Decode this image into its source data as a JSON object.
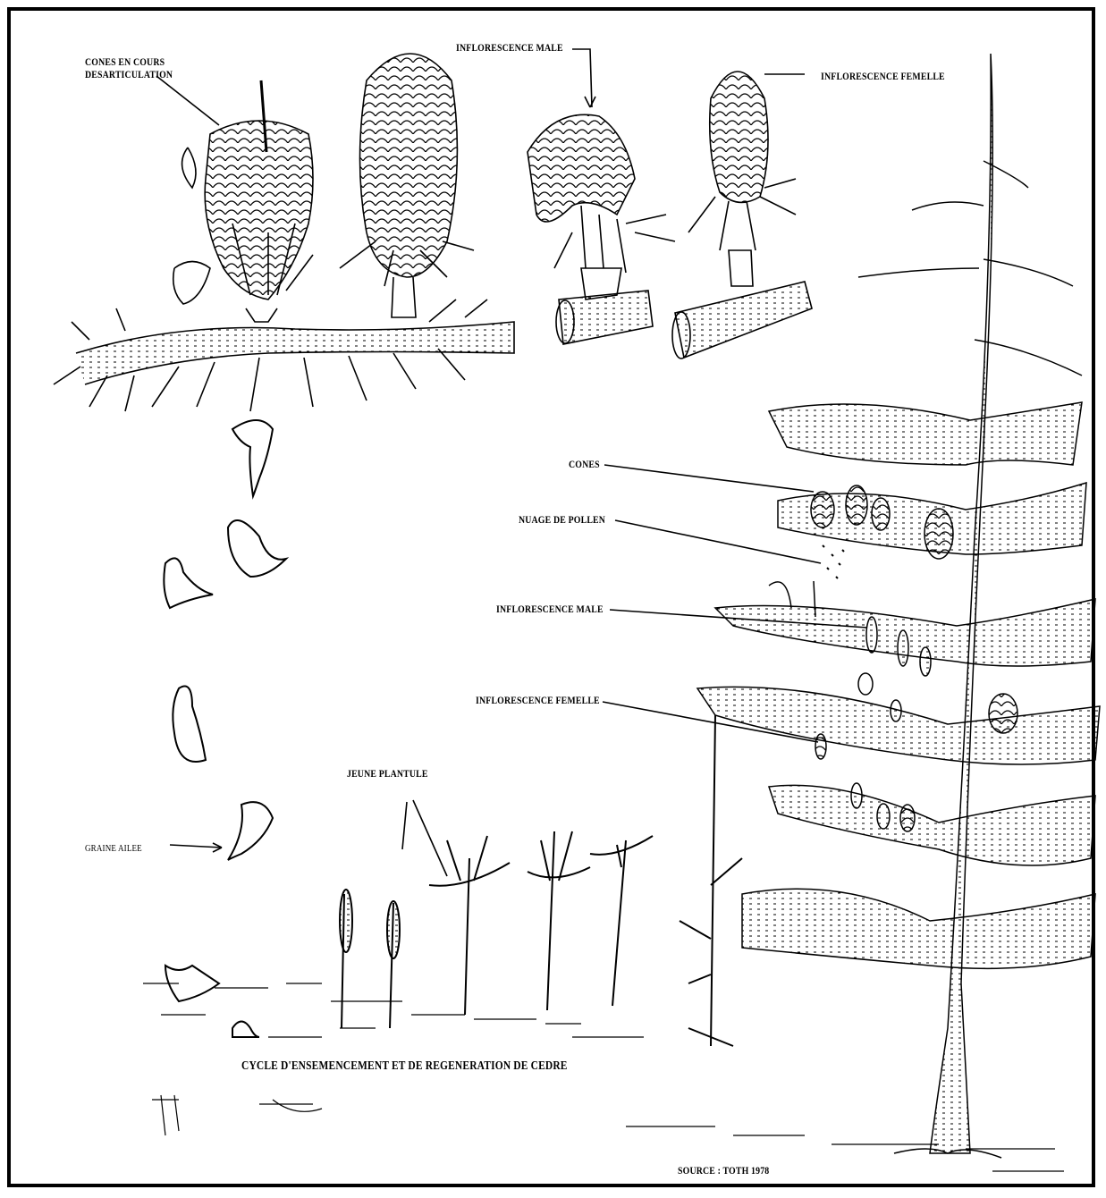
{
  "labels": {
    "cones_desarticulation": "CONES EN COURS\nDESARTICULATION",
    "inflorescence_male_top": "INFLORESCENCE MALE",
    "inflorescence_femelle_top": "INFLORESCENCE FEMELLE",
    "cones": "CONES",
    "nuage_pollen": "NUAGE DE POLLEN",
    "inflorescence_male_tree": "INFLORESCENCE MALE",
    "inflorescence_femelle_tree": "INFLORESCENCE FEMELLE",
    "jeune_plantule": "JEUNE PLANTULE",
    "graine_ailee": "GRAINE AILEE",
    "caption": "CYCLE D'ENSEMENCEMENT ET DE REGENERATION DE CEDRE",
    "source": "SOURCE  : TOTH 1978"
  },
  "colors": {
    "ink": "#000000",
    "paper": "#ffffff"
  }
}
